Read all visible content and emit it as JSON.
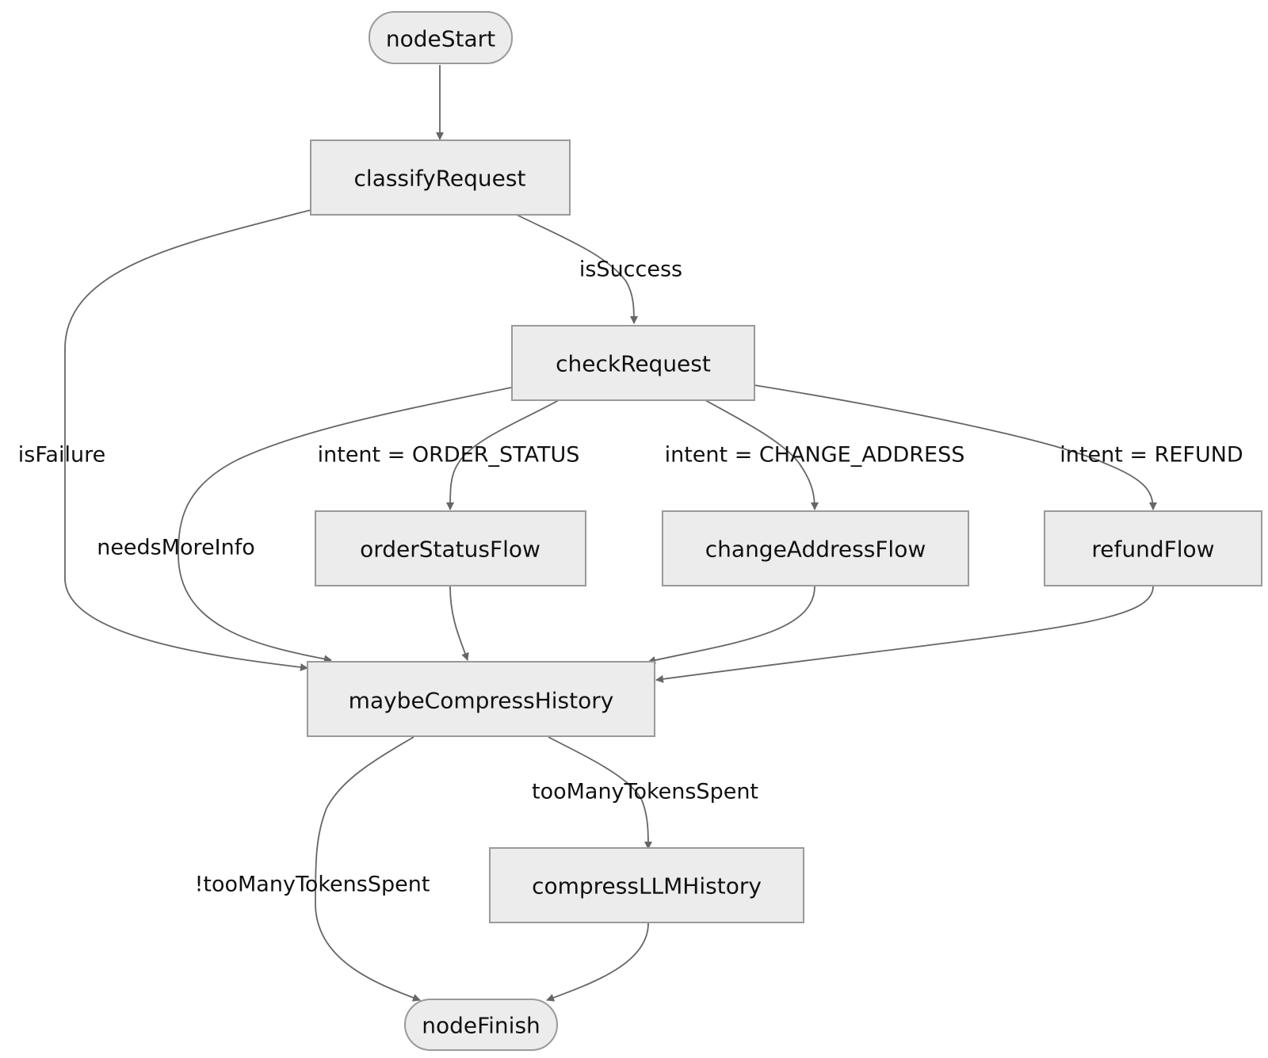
{
  "diagram": {
    "type": "flowchart",
    "nodes": [
      {
        "id": "nodeStart",
        "label": "nodeStart",
        "shape": "stadium"
      },
      {
        "id": "classifyRequest",
        "label": "classifyRequest",
        "shape": "rect"
      },
      {
        "id": "checkRequest",
        "label": "checkRequest",
        "shape": "rect"
      },
      {
        "id": "orderStatusFlow",
        "label": "orderStatusFlow",
        "shape": "rect"
      },
      {
        "id": "changeAddressFlow",
        "label": "changeAddressFlow",
        "shape": "rect"
      },
      {
        "id": "refundFlow",
        "label": "refundFlow",
        "shape": "rect"
      },
      {
        "id": "maybeCompressHistory",
        "label": "maybeCompressHistory",
        "shape": "rect"
      },
      {
        "id": "compressLLMHistory",
        "label": "compressLLMHistory",
        "shape": "rect"
      },
      {
        "id": "nodeFinish",
        "label": "nodeFinish",
        "shape": "stadium"
      }
    ],
    "edges": [
      {
        "from": "nodeStart",
        "to": "classifyRequest",
        "label": ""
      },
      {
        "from": "classifyRequest",
        "to": "checkRequest",
        "label": "isSuccess"
      },
      {
        "from": "classifyRequest",
        "to": "maybeCompressHistory",
        "label": "isFailure"
      },
      {
        "from": "checkRequest",
        "to": "maybeCompressHistory",
        "label": "needsMoreInfo"
      },
      {
        "from": "checkRequest",
        "to": "orderStatusFlow",
        "label": "intent = ORDER_STATUS"
      },
      {
        "from": "checkRequest",
        "to": "changeAddressFlow",
        "label": "intent = CHANGE_ADDRESS"
      },
      {
        "from": "checkRequest",
        "to": "refundFlow",
        "label": "intent = REFUND"
      },
      {
        "from": "orderStatusFlow",
        "to": "maybeCompressHistory",
        "label": ""
      },
      {
        "from": "changeAddressFlow",
        "to": "maybeCompressHistory",
        "label": ""
      },
      {
        "from": "refundFlow",
        "to": "maybeCompressHistory",
        "label": ""
      },
      {
        "from": "maybeCompressHistory",
        "to": "compressLLMHistory",
        "label": "tooManyTokensSpent"
      },
      {
        "from": "maybeCompressHistory",
        "to": "nodeFinish",
        "label": "!tooManyTokensSpent"
      },
      {
        "from": "compressLLMHistory",
        "to": "nodeFinish",
        "label": ""
      }
    ]
  },
  "colors": {
    "node_fill": "#ececec",
    "node_stroke": "#9a9a9a",
    "edge": "#666666",
    "text": "#111111"
  }
}
